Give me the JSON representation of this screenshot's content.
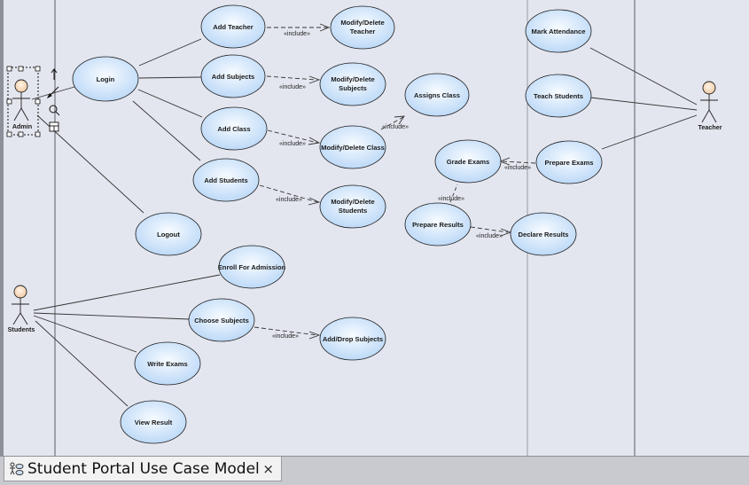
{
  "diagram": {
    "include_label": "«include»",
    "actors": {
      "admin": "Admin",
      "students": "Students",
      "teacher": "Teacher"
    },
    "use_cases": {
      "login": "Login",
      "add_teacher": "Add Teacher",
      "modify_teacher": [
        "Modify/Delete",
        "Teacher"
      ],
      "add_subjects": "Add Subjects",
      "modify_subjects": [
        "Modify/Delete",
        "Subjects"
      ],
      "add_class": "Add Class",
      "modify_class": "Modify/Delete Class",
      "add_students": "Add Students",
      "modify_students": [
        "Modify/Delete",
        "Students"
      ],
      "logout": "Logout",
      "assigns_class": "Assigns Class",
      "grade_exams": "Grade Exams",
      "prepare_results": "Prepare Results",
      "declare_results": "Declare Results",
      "mark_attendance": "Mark Attendance",
      "teach_students": "Teach Students",
      "prepare_exams": "Prepare Exams",
      "enroll": "Enroll For Admission",
      "choose_subjects": "Choose Subjects",
      "add_drop_subjects": "Add/Drop Subjects",
      "write_exams": "Write Exams",
      "view_result": "View Result"
    }
  },
  "tab": {
    "title": "Student Portal Use Case Model",
    "close": "×"
  }
}
